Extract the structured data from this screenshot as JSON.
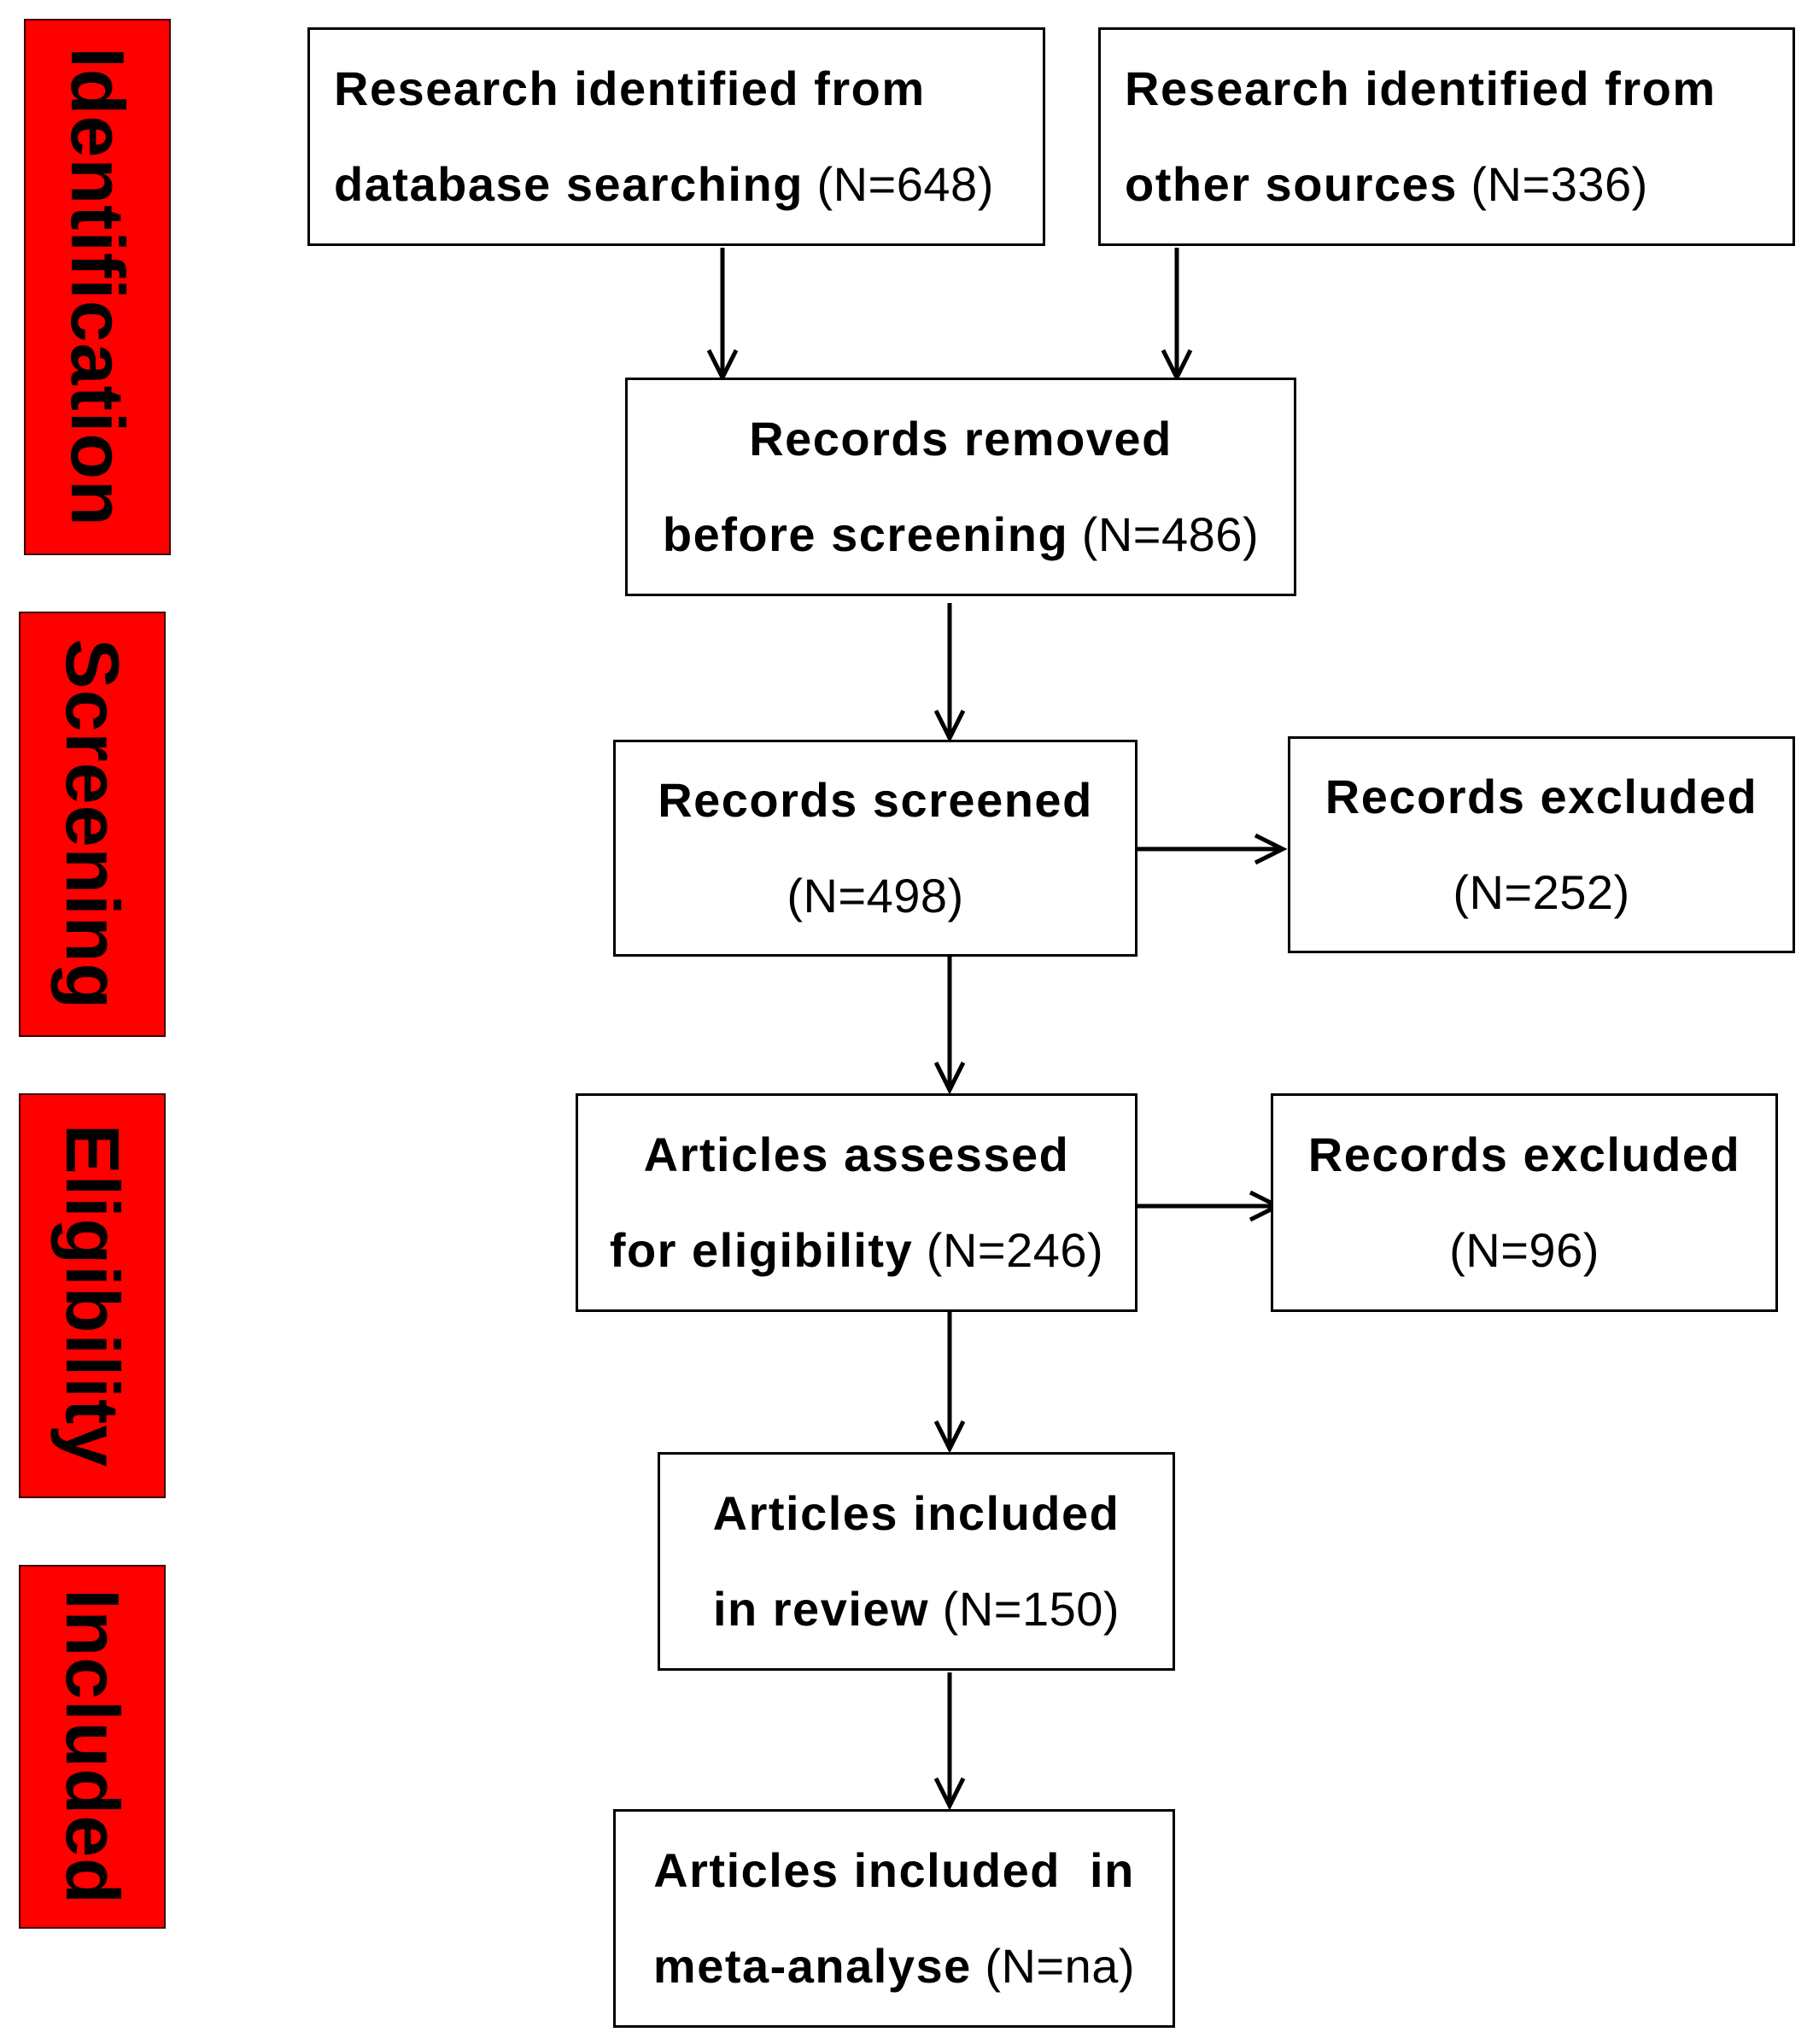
{
  "phases": {
    "identification": "Identification",
    "screening": "Screening",
    "eligibility": "Eligibility",
    "included": "Included"
  },
  "boxes": {
    "database": {
      "line1": "Research identified from",
      "line2_bold": "database searching",
      "count": "(N=648)"
    },
    "other_sources": {
      "line1": "Research identified from",
      "line2_bold": "other sources",
      "count": "(N=336)"
    },
    "removed": {
      "line1": "Records removed",
      "line2_bold": "before screening",
      "count": "(N=486)"
    },
    "screened": {
      "line1": "Records screened",
      "count": "(N=498)"
    },
    "excluded_screening": {
      "line1": "Records excluded",
      "count": "(N=252)"
    },
    "eligibility": {
      "line1": "Articles assessed",
      "line2_bold": "for eligibility",
      "count": "(N=246)"
    },
    "excluded_eligibility": {
      "line1": "Records excluded",
      "count": "(N=96)"
    },
    "review": {
      "line1": "Articles included",
      "line2_bold": "in review",
      "count": "(N=150)"
    },
    "meta": {
      "line1": "Articles included  in",
      "line2_bold": "meta-analyse",
      "count": "(N=na)"
    }
  },
  "colors": {
    "phase_fill": "#ff0000",
    "border": "#000000",
    "background": "#ffffff"
  }
}
